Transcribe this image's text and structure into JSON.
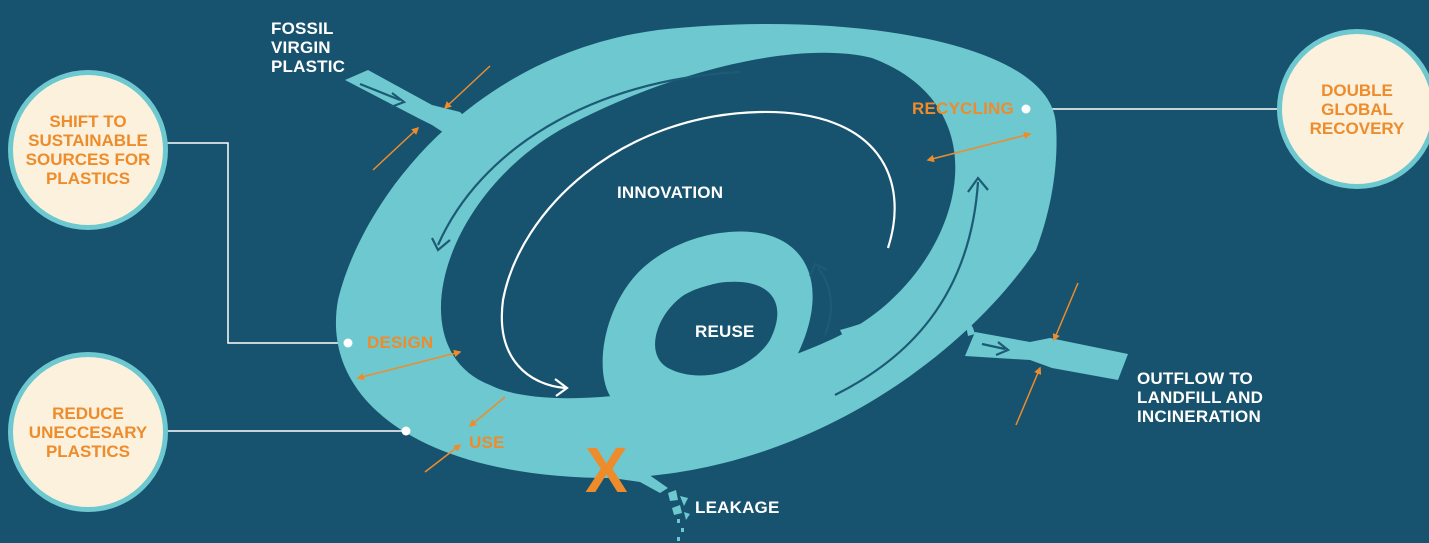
{
  "colors": {
    "background": "#17536f",
    "flow": "#6ec8cf",
    "accent": "#ee8c2c",
    "circle_fill": "#fbf1dc",
    "line": "#ffffff"
  },
  "labels": {
    "fossil": [
      "FOSSIL",
      "VIRGIN",
      "PLASTIC"
    ],
    "recycling": "RECYCLING",
    "innovation": "INNOVATION",
    "reuse": "REUSE",
    "design": "DESIGN",
    "use": "USE",
    "leakage": "LEAKAGE",
    "outflow": [
      "OUTFLOW TO",
      "LANDFILL AND",
      "INCINERATION"
    ],
    "leak_mark": "X"
  },
  "circles": {
    "shift": [
      "SHIFT TO",
      "SUSTAINABLE",
      "SOURCES FOR",
      "PLASTICS"
    ],
    "reduce": [
      "REDUCE",
      "UNECCESARY",
      "PLASTICS"
    ],
    "double": [
      "DOUBLE",
      "GLOBAL",
      "RECOVERY"
    ]
  }
}
